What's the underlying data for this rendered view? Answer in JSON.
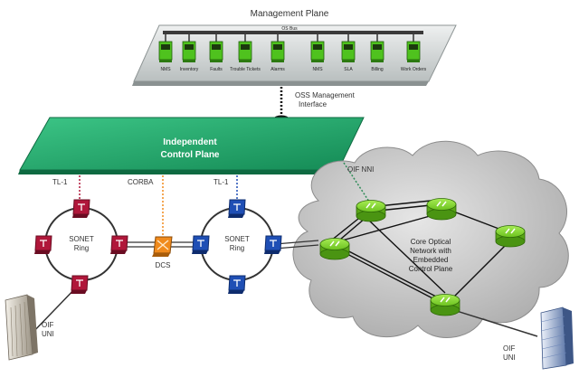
{
  "management": {
    "title": "Management Plane",
    "bus_label": "OS Bus",
    "systems": [
      "NMS",
      "Inventory",
      "Faults",
      "Trouble Tickets",
      "Alarms",
      "NMS",
      "SLA",
      "Billing",
      "Work Orders"
    ],
    "oss_label_line1": "OSS Management",
    "oss_label_line2": "Interface"
  },
  "control_plane": {
    "line1": "Independent",
    "line2": "Control Plane"
  },
  "interfaces": {
    "left_tl1": "TL-1",
    "corba": "CORBA",
    "right_tl1": "TL-1",
    "oif_nni": "OIF NNI"
  },
  "rings": {
    "left": {
      "line1": "SONET",
      "line2": "Ring"
    },
    "right": {
      "line1": "SONET",
      "line2": "Ring"
    },
    "dcs": "DCS"
  },
  "core": {
    "line1": "Core Optical",
    "line2": "Network with",
    "line3": "Embedded",
    "line4": "Control Plane"
  },
  "uni": {
    "left_line1": "OIF",
    "left_line2": "UNI",
    "right_line1": "OIF",
    "right_line2": "UNI"
  },
  "colors": {
    "control_plane": "#1faa6b",
    "mgmt_plane": "#d7dcdc",
    "red_node": "#b0173a",
    "blue_node": "#1f4fb5",
    "orange_node": "#f08a1c",
    "green_node": "#7cd12a",
    "cloud": "#c9c9c9"
  }
}
